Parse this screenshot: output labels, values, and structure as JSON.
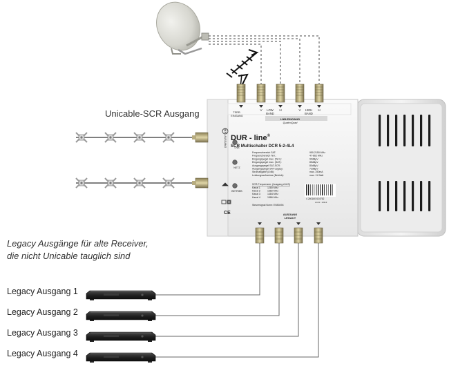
{
  "labels": {
    "scr_output": "Unicable-SCR Ausgang",
    "legacy_note_line1": "Legacy Ausgänge für alte Receiver,",
    "legacy_note_line2": "die nicht Unicable tauglich sind"
  },
  "legacy_outputs": [
    {
      "label": "Legacy Ausgang 1"
    },
    {
      "label": "Legacy Ausgang 2"
    },
    {
      "label": "Legacy Ausgang 3"
    },
    {
      "label": "Legacy Ausgang 4"
    }
  ],
  "device": {
    "brand": "DUR - line",
    "registered": "®",
    "model": "SCR Multischalter  DCR 5-2-4L4",
    "input_group_label": "LNB-EINGANG",
    "input_group_sub": "QuattroQuad",
    "input_terr": "TERR.",
    "input_terr_sub": "EINGANG",
    "input_ports": [
      "V",
      "H",
      "V",
      "H"
    ],
    "low_band": "LOW",
    "high_band": "HIGH",
    "band_word": "BAND",
    "led_labels": [
      "LNB",
      "NETZ",
      "BETRIEB"
    ],
    "side_label": "SCR - AUSGANG",
    "output_group_label": "AUSGANG",
    "output_group_sub": "LEGACY",
    "specs": [
      [
        "Frequenzbereich SAT:",
        "950-2150 MHz"
      ],
      [
        "Frequenzbereich Terr.:",
        "47-862 MHz"
      ],
      [
        "Eingangspegel max. (Terr.):",
        "90dBµV"
      ],
      [
        "Eingangspegel max. (SAT):",
        "85dBµV"
      ],
      [
        "Ausgangspegel SAT-SCR:",
        "80dBµV"
      ],
      [
        "Ausgangspegel SAT-Legacy:",
        "72dBµV"
      ],
      [
        "Stromabgabe (LNB):",
        "max. 250mA"
      ],
      [
        "Leistungsaufnahme (Betrieb):",
        "max. 11 Watt"
      ]
    ],
    "scr_freq_title": "SCR-Frequenzen: (Ausgang A & B)",
    "scr_channels": [
      [
        "Kanal 1",
        "1280 MHz"
      ],
      [
        "Kanal 2",
        "1382 MHz"
      ],
      [
        "Kanal 3",
        "1484 MHz"
      ],
      [
        "Kanal 4",
        "1586 MHz"
      ]
    ],
    "control_signal": "Steuersignal Norm: EN50494",
    "barcode_number": "4 260160 624752",
    "article_number": "Art.Nr.: 13213",
    "ce_mark": "CE"
  }
}
